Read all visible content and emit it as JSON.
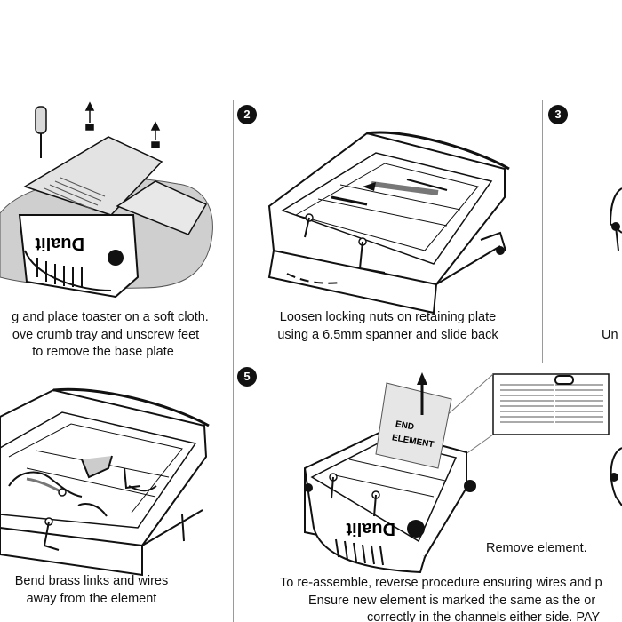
{
  "steps": [
    {
      "number": "",
      "lines": [
        "g and place toaster on a soft cloth.",
        "ove crumb tray and unscrew feet",
        "to remove the base plate"
      ]
    },
    {
      "number": "2",
      "lines": [
        "Loosen locking nuts on retaining plate",
        "using a 6.5mm spanner and slide back"
      ]
    },
    {
      "number": "3",
      "lines": [
        "Un"
      ]
    },
    {
      "number": "",
      "lines": [
        "Bend brass links and wires",
        "away from the element"
      ]
    },
    {
      "number": "5",
      "lines": [
        "To re-assemble, reverse procedure ensuring wires and p",
        "Ensure new element is marked the same as the or",
        "correctly in the channels either side. PAY"
      ],
      "note": "Remove element."
    }
  ],
  "illustration_text": {
    "brand": "Dualit",
    "end_element_line1": "END",
    "end_element_line2": "ELEMENT"
  }
}
